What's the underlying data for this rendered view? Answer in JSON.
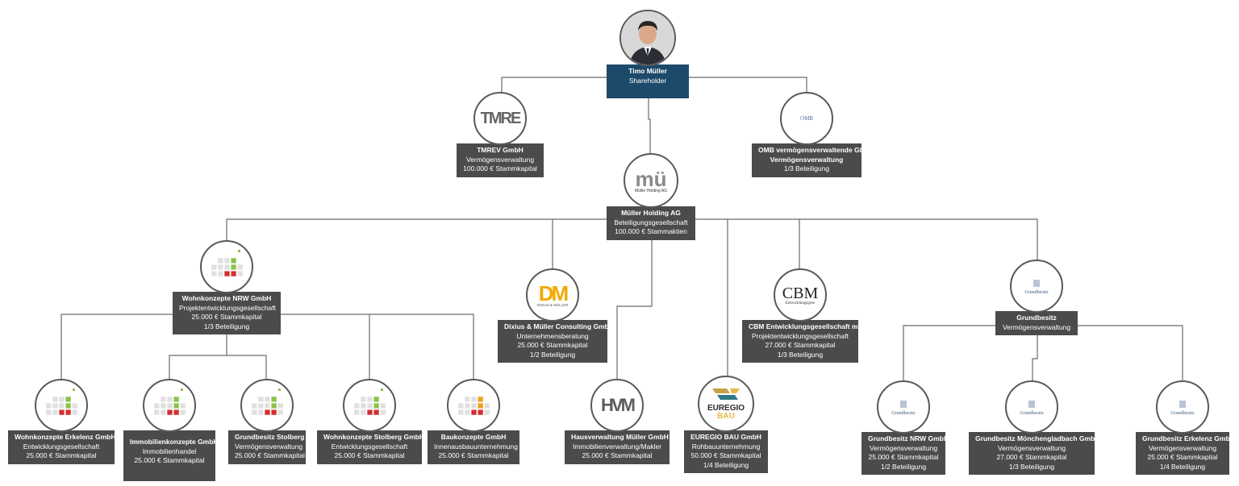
{
  "root": {
    "name": "Timo Müller",
    "line1": "Shareholder"
  },
  "tmrev": {
    "name": "TMREV GmbH",
    "line1": "Vermögensverwaltung",
    "line2": "100.000 € Stammkapital",
    "logo": "TMRE"
  },
  "omb": {
    "name": "OMB vermögensverwaltende GbR",
    "line1": "Vermögensverwaltung",
    "line2": "1/3 Beteiligung",
    "logo": "OMB"
  },
  "holding": {
    "name": "Müller Holding AG",
    "line1": "Beteiligungsgesellschaft",
    "line2": "100.000 € Stammaktien",
    "logo": "mü",
    "logo_sub": "Müller Holding AG"
  },
  "wk_nrw": {
    "name": "Wohnkonzepte NRW GmbH",
    "line1": "Projektentwicklungsgesellschaft",
    "line2": "25.000 € Stammkapital",
    "line3": "1/3 Beteiligung"
  },
  "dixius": {
    "name": "Dixius & Müller Consulting GmbH",
    "line1": "Unternehmensberatung",
    "line2": "25.000 € Stammkapital",
    "line3": "1/2 Beteiligung",
    "logo": "DM",
    "logo_sub": "DIXIUS & MÜLLER"
  },
  "cbm": {
    "name": "CBM Entwicklungsgesellschaft mbH",
    "line1": "Projektentwicklungsgesellschaft",
    "line2": "27.000 € Stammkapital",
    "line3": "1/3 Beteiligung",
    "logo": "CBM",
    "logo_sub": "Entwicklungsgese"
  },
  "grundbesitz": {
    "name": "Grundbesitz",
    "line1": "Vermögensverwaltung",
    "logo": "Grundbesitz"
  },
  "wk_erkelenz": {
    "name": "Wohnkonzepte Erkelenz GmbH",
    "line1": "Entwicklungsgesellschaft",
    "line2": "25.000 € Stammkapital"
  },
  "immo": {
    "name": "Immobilienkonzepte GmbH",
    "line1": "Immobilienhandel",
    "line2": "25.000 € Stammkapital"
  },
  "gb_stolberg": {
    "name": "Grundbesitz Stolberg",
    "line1": "Vermögensverwaltung",
    "line2": "25.000 € Stammkapital"
  },
  "wk_stolberg": {
    "name": "Wohnkonzepte Stolberg GmbH",
    "line1": "Entwicklungsgesellschaft",
    "line2": "25.000 € Stammkapital"
  },
  "bau": {
    "name": "Baukonzepte GmbH",
    "line1": "Innenausbauunternehmung",
    "line2": "25.000 € Stammkapital"
  },
  "hvm": {
    "name": "Hausverwaltung Müller GmbH",
    "line1": "Immobilienverwaltung/Makler",
    "line2": "25.000 € Stammkapital",
    "logo": "HVM"
  },
  "euregio": {
    "name": "EUREGIO BAU GmbH",
    "line1": "Rohbauunternehmung",
    "line2": "50.000 € Stammkapital",
    "line3": "1/4 Beteiligung",
    "logo1": "EUREGIO",
    "logo2": "BAU"
  },
  "gb_nrw": {
    "name": "Grundbesitz NRW GmbH",
    "line1": "Vermögensverwaltung",
    "line2": "25.000 € Stammkapital",
    "line3": "1/2 Beteiligung",
    "logo": "Grundbesitz"
  },
  "gb_mg": {
    "name": "Grundbesitz Mönchengladbach GmbH",
    "line1": "Vermögensverwaltung",
    "line2": "27.000 € Stammkapital",
    "line3": "1/3 Beteiligung",
    "logo": "Grundbesitz"
  },
  "gb_erkelenz": {
    "name": "Grundbesitz Erkelenz GmbH",
    "line1": "Vermögensverwaltung",
    "line2": "25.000 € Stammkapital",
    "line3": "1/4 Beteiligung",
    "logo": "Grundbesitz"
  },
  "colors": {
    "box": "#4b4b4b",
    "root_box": "#1d4a6b",
    "line": "#6b6b6b",
    "green": "#8bc34a",
    "red": "#d32f2f"
  }
}
